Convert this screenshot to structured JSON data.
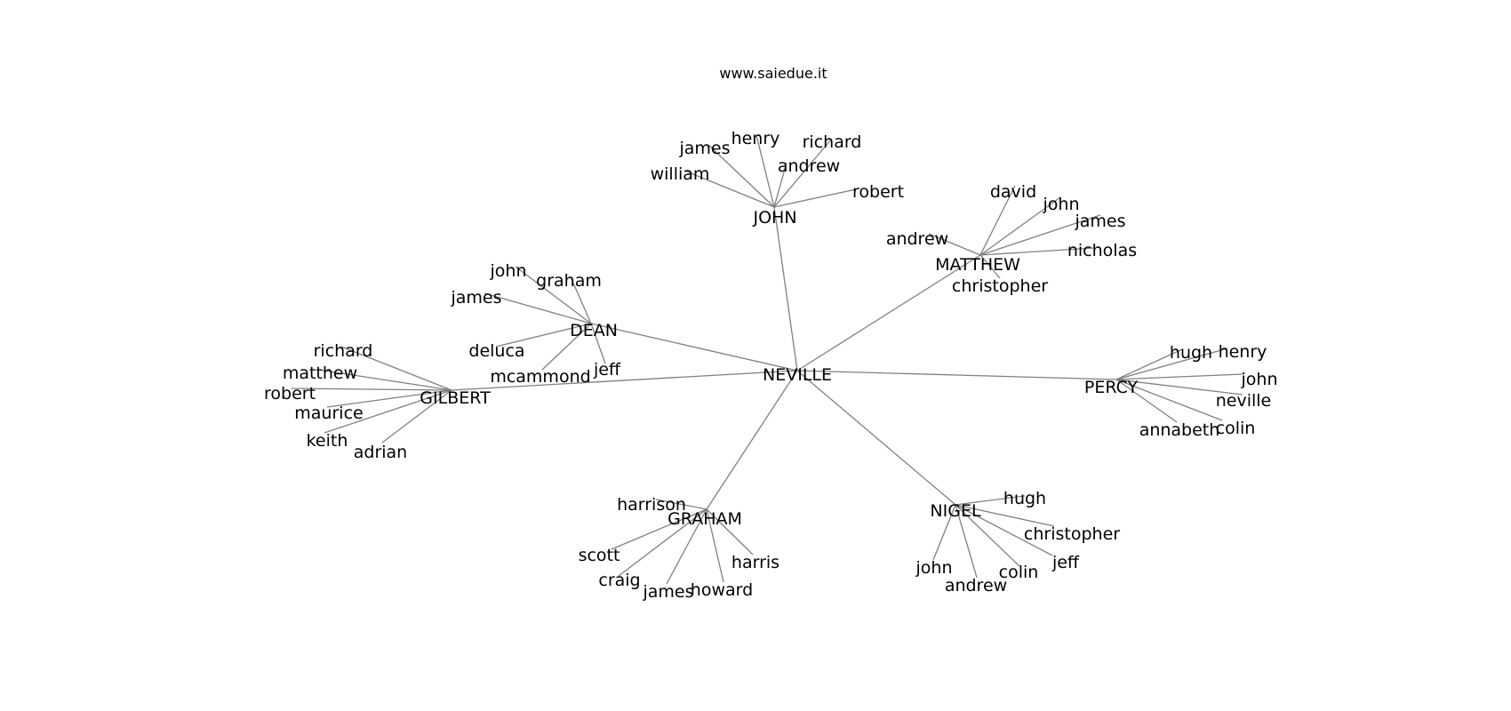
{
  "title": "www.saiedue.it",
  "center": "NEVILLE",
  "edge_color": "#808080",
  "groups": [
    {
      "id": "john",
      "label": "JOHN",
      "children": [
        "henry",
        "james",
        "richard",
        "andrew",
        "william",
        "robert"
      ]
    },
    {
      "id": "matthew",
      "label": "MATTHEW",
      "children": [
        "david",
        "john",
        "james",
        "andrew",
        "nicholas",
        "christopher"
      ]
    },
    {
      "id": "dean",
      "label": "DEAN",
      "children": [
        "john",
        "graham",
        "james",
        "deluca",
        "jeff",
        "mcammond"
      ]
    },
    {
      "id": "gilbert",
      "label": "GILBERT",
      "children": [
        "richard",
        "matthew",
        "robert",
        "maurice",
        "keith",
        "adrian"
      ]
    },
    {
      "id": "percy",
      "label": "PERCY",
      "children": [
        "hugh",
        "henry",
        "john",
        "neville",
        "annabeth",
        "colin"
      ]
    },
    {
      "id": "graham",
      "label": "GRAHAM",
      "children": [
        "harrison",
        "scott",
        "harris",
        "craig",
        "james",
        "howard"
      ]
    },
    {
      "id": "nigel",
      "label": "NIGEL",
      "children": [
        "hugh",
        "christopher",
        "jeff",
        "john",
        "colin",
        "andrew"
      ]
    }
  ]
}
